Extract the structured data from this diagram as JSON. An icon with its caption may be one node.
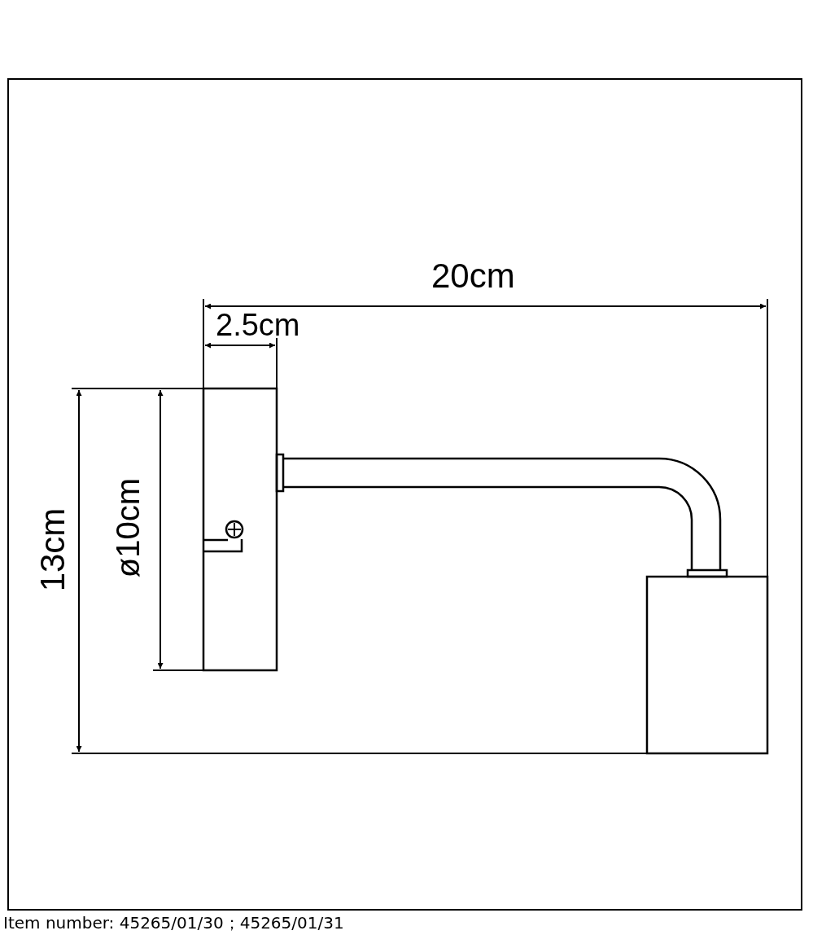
{
  "diagram": {
    "labels": [
      "20cm",
      "2.5cm",
      "13cm",
      "ø10cm",
      "Item number:  45265/01/30；45265/01/31"
    ]
  }
}
